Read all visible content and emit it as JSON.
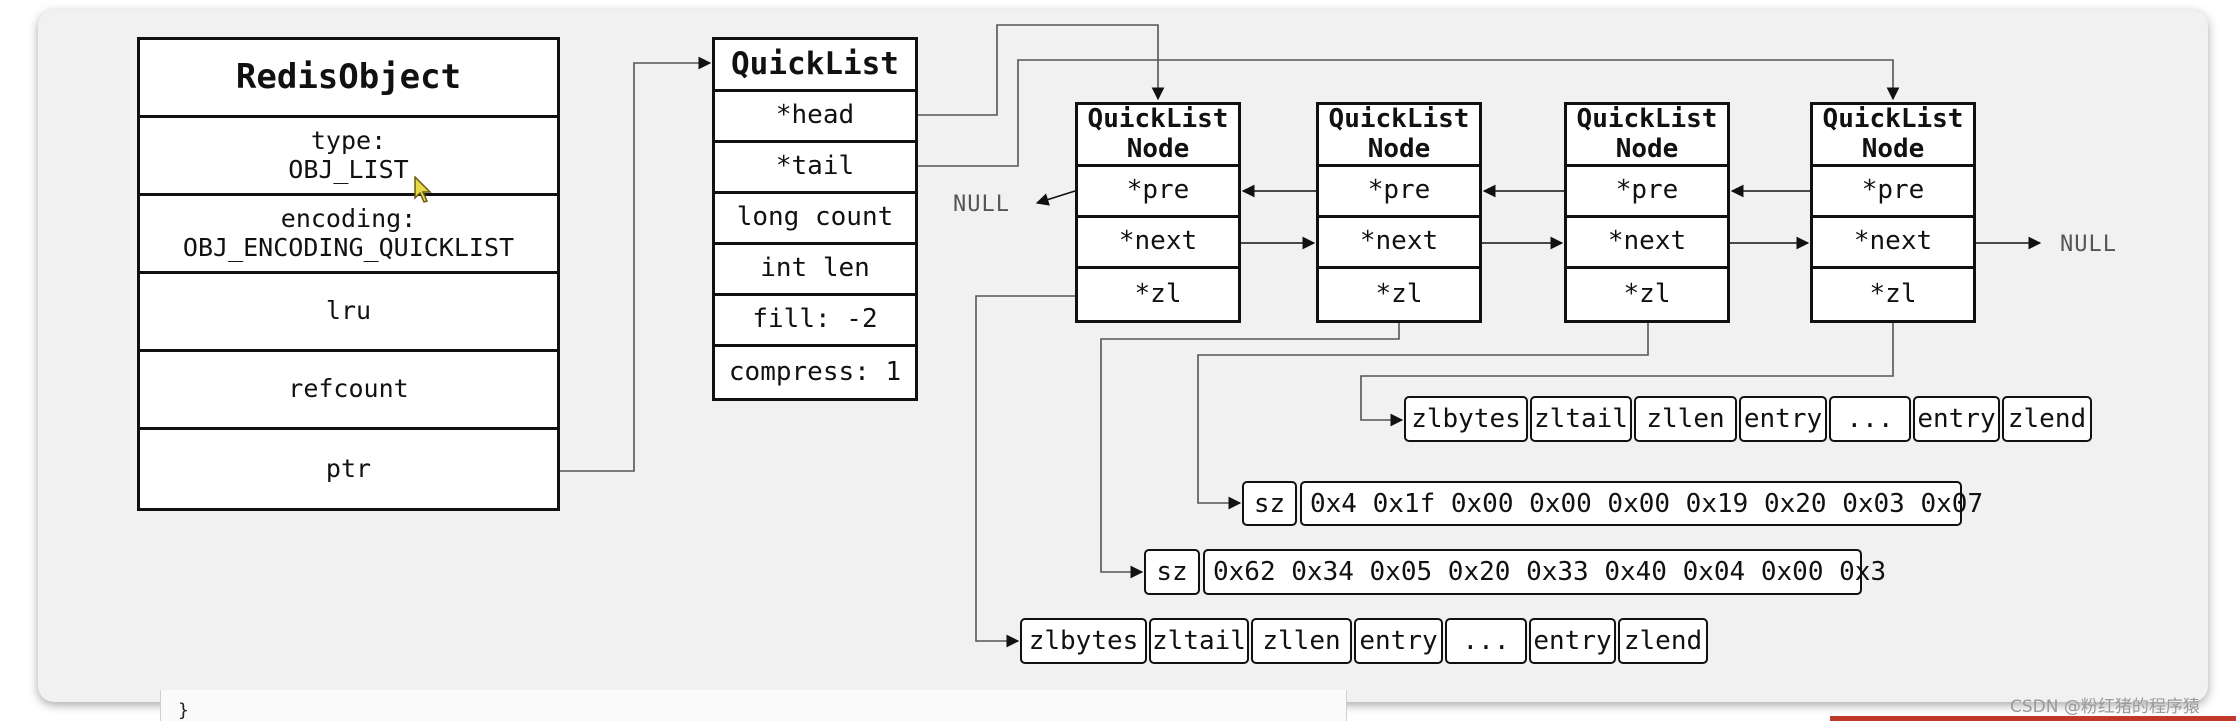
{
  "redis_object": {
    "title": "RedisObject",
    "fields": [
      [
        "type:",
        "OBJ_LIST"
      ],
      [
        "encoding:",
        "OBJ_ENCODING_QUICKLIST"
      ],
      [
        "lru"
      ],
      [
        "refcount"
      ],
      [
        "ptr"
      ]
    ]
  },
  "quicklist": {
    "title": "QuickList",
    "fields": [
      "*head",
      "*tail",
      "long count",
      "int len",
      "fill: -2",
      "compress: 1"
    ]
  },
  "nodes": [
    {
      "title": [
        "QuickList",
        "Node"
      ],
      "fields": [
        "*pre",
        "*next",
        "*zl"
      ]
    },
    {
      "title": [
        "QuickList",
        "Node"
      ],
      "fields": [
        "*pre",
        "*next",
        "*zl"
      ]
    },
    {
      "title": [
        "QuickList",
        "Node"
      ],
      "fields": [
        "*pre",
        "*next",
        "*zl"
      ]
    },
    {
      "title": [
        "QuickList",
        "Node"
      ],
      "fields": [
        "*pre",
        "*next",
        "*zl"
      ]
    }
  ],
  "null_label": "NULL",
  "ziplist_rows": [
    [
      "zlbytes",
      "zltail",
      "zllen",
      "entry",
      "...",
      "entry",
      "zlend"
    ],
    [
      "sz",
      "0x4 0x1f 0x00 0x00 0x00 0x19 0x20 0x03 0x07"
    ],
    [
      "sz",
      "0x62 0x34 0x05 0x20 0x33 0x40 0x04 0x00 0x3"
    ],
    [
      "zlbytes",
      "zltail",
      "zllen",
      "entry",
      "...",
      "entry",
      "zlend"
    ]
  ],
  "watermark": "CSDN @粉红猪的程序猿",
  "under_text": "}"
}
